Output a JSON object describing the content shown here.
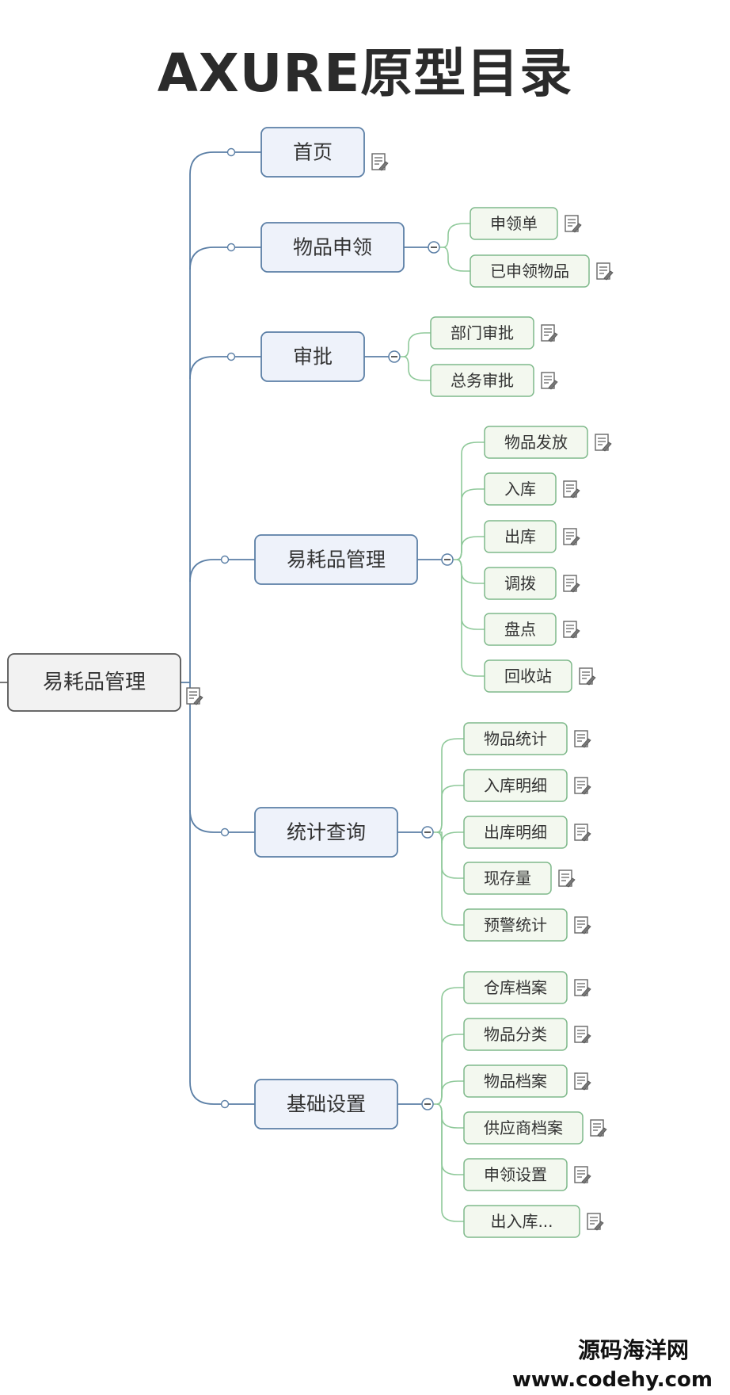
{
  "title": "AXURE原型目录",
  "root": {
    "label": "易耗品管理"
  },
  "branches": [
    {
      "label": "首页",
      "children": []
    },
    {
      "label": "物品申领",
      "children": [
        "申领单",
        "已申领物品"
      ]
    },
    {
      "label": "审批",
      "children": [
        "部门审批",
        "总务审批"
      ]
    },
    {
      "label": "易耗品管理",
      "children": [
        "物品发放",
        "入库",
        "出库",
        "调拨",
        "盘点",
        "回收站"
      ]
    },
    {
      "label": "统计查询",
      "children": [
        "物品统计",
        "入库明细",
        "出库明细",
        "现存量",
        "预警统计"
      ]
    },
    {
      "label": "基础设置",
      "children": [
        "仓库档案",
        "物品分类",
        "物品档案",
        "供应商档案",
        "申领设置",
        "出入库..."
      ]
    }
  ],
  "watermark": {
    "line1": "源码海洋网",
    "line2": "www.codehy.com"
  },
  "colors": {
    "main_line": "#5b7fa6",
    "main_node_fill": "#eef2fa",
    "main_node_border": "#5b7fa6",
    "child_line": "#8fc99a",
    "child_node_fill": "#f3f8ef",
    "child_node_border": "#7fb98b",
    "root_fill": "#f2f2f2",
    "root_border": "#555555"
  },
  "icons": {
    "note": "note-icon",
    "collapse": "collapse-icon"
  }
}
